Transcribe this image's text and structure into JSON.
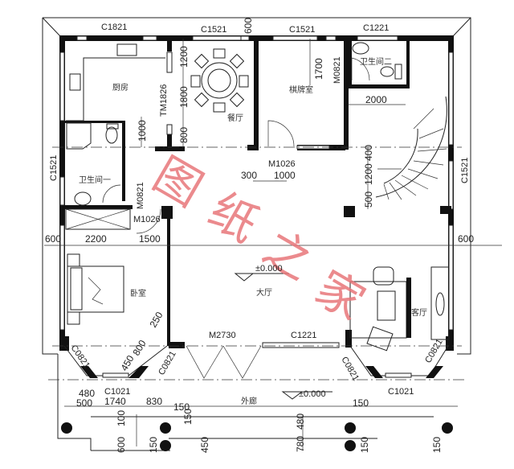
{
  "watermark": {
    "chars": [
      "图",
      "纸",
      "之",
      "家"
    ],
    "color": "#e8767a"
  },
  "rooms": {
    "kitchen": "厨房",
    "dining": "餐厅",
    "chess_room": "棋牌室",
    "bath_one": "卫生间一",
    "bath_two": "卫生间二",
    "bedroom": "卧室",
    "hall": "大厅",
    "living": "客厅",
    "veranda": "外廊"
  },
  "windows": {
    "kitchen_top": "C1821",
    "dining_top": "C1521",
    "chess_top": "C1521",
    "bath2_top": "C1221",
    "left_side": "C1521",
    "right_side": "C1521",
    "hall_front": "C1221",
    "bay_left_front": "C1021",
    "bay_right_front": "C1021",
    "bay_left_diag_a": "C0821",
    "bay_left_diag_b": "C0821",
    "bay_right_diag_a": "C0821",
    "bay_right_diag_b": "C0821"
  },
  "doors": {
    "kitchen_slide": "TM1826",
    "chess_door": "M1026",
    "bath2_door": "M0821",
    "bath1_door": "M0821",
    "bedroom_door": "M1026",
    "front_door": "M2730"
  },
  "dimensions": {
    "top_600": "600",
    "dining_1200": "1200",
    "dining_1800": "1800",
    "dining_800": "800",
    "kitchen_1000": "1000",
    "chess_1700": "1700",
    "stair_2000": "2000",
    "hall_300": "300",
    "hall_1000": "1000",
    "stair_400": "400",
    "stair_1200": "1200",
    "stair_500": "500",
    "left_600": "600",
    "right_600": "600",
    "bed_2200": "2200",
    "bed_1500": "1500",
    "bay_250": "250",
    "bay_800": "800",
    "bay_450": "450",
    "bot_480": "480",
    "bot_500": "500",
    "bot_1740": "1740",
    "bot_830": "830",
    "bot_150a": "150",
    "bot_150b": "150",
    "bot_100": "100",
    "bot_600": "600",
    "bot_150c": "150",
    "bot_450": "450",
    "bot_150d": "150",
    "bot_780": "780",
    "bot_480b": "480",
    "bot_150e": "150",
    "bot_150f": "150"
  },
  "elevations": {
    "hall": "±0.000",
    "veranda": "±0.000"
  }
}
